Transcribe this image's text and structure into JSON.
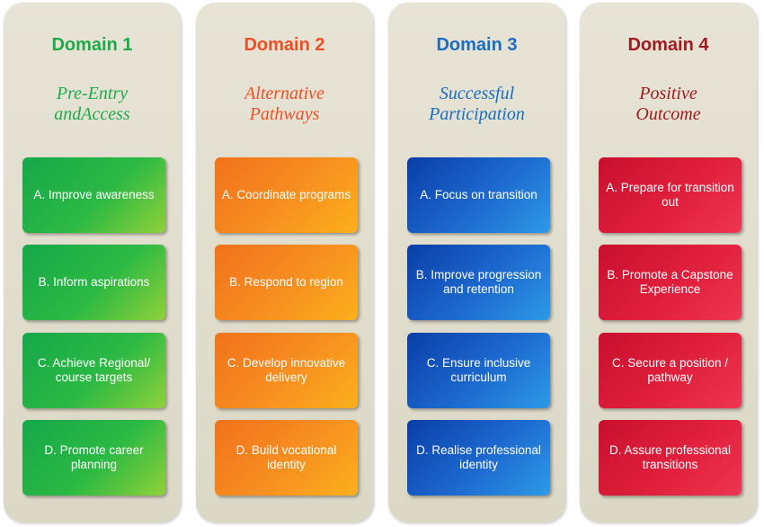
{
  "colors": {
    "domain1": "#1faa4b",
    "domain2": "#f04e23",
    "domain3": "#1a6dc0",
    "domain4": "#a01a1f"
  },
  "domains": [
    {
      "title": "Domain 1",
      "subtitle_line1": "Pre-Entry",
      "subtitle_line2": "andAccess",
      "items": [
        "A. Improve awareness",
        "B.  Inform aspirations",
        "C. Achieve Regional/ course targets",
        "D. Promote career planning"
      ]
    },
    {
      "title": "Domain 2",
      "subtitle_line1": "Alternative",
      "subtitle_line2": "Pathways",
      "items": [
        "A. Coordinate programs",
        "B. Respond to region",
        "C. Develop innovative delivery",
        "D. Build vocational identity"
      ]
    },
    {
      "title": "Domain 3",
      "subtitle_line1": "Successful",
      "subtitle_line2": "Participation",
      "items": [
        "A. Focus on transition",
        "B. Improve progression and retention",
        "C. Ensure inclusive curriculum",
        "D. Realise professional identity"
      ]
    },
    {
      "title": "Domain 4",
      "subtitle_line1": "Positive",
      "subtitle_line2": "Outcome",
      "items": [
        "A. Prepare for transition out",
        "B. Promote a Capstone Experience",
        "C. Secure a position / pathway",
        "D. Assure professional transitions"
      ]
    }
  ]
}
